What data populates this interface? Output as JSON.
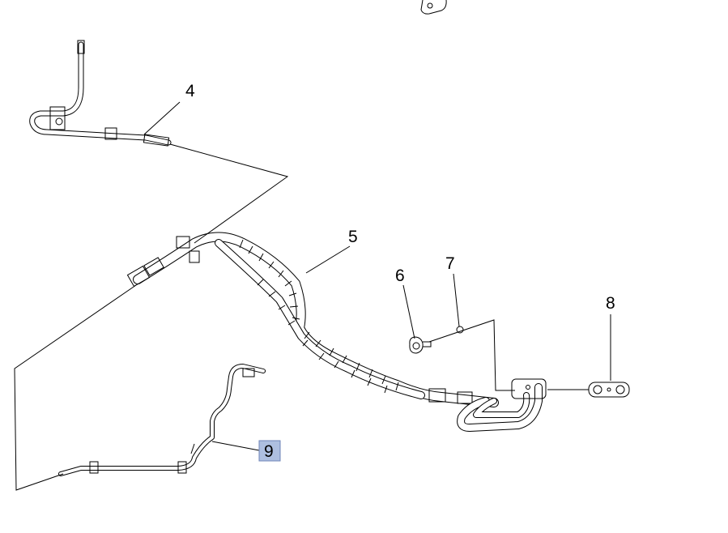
{
  "diagram": {
    "callouts": [
      {
        "id": "4",
        "label": "4"
      },
      {
        "id": "5",
        "label": "5"
      },
      {
        "id": "6",
        "label": "6"
      },
      {
        "id": "7",
        "label": "7"
      },
      {
        "id": "8",
        "label": "8"
      },
      {
        "id": "9",
        "label": "9",
        "highlighted": true
      }
    ],
    "colors": {
      "line": "#000000",
      "highlight_fill": "#aebfe0",
      "highlight_stroke": "#6f86b8",
      "background": "#ffffff"
    }
  }
}
